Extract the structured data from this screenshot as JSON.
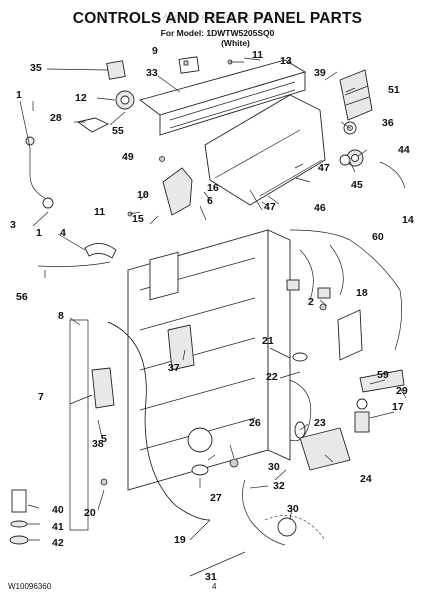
{
  "header": {
    "title": "CONTROLS AND REAR PANEL PARTS",
    "model_line": "For Model: 1DWTW5205SQ0",
    "color_line": "(White)",
    "watermark": "AppliancePartsPros.com"
  },
  "footer": {
    "doc_number": "W10096360",
    "page_number": "4"
  },
  "callouts": {
    "c1a": "1",
    "c1b": "1",
    "c2": "2",
    "c3": "3",
    "c4": "4",
    "c5": "5",
    "c6": "6",
    "c7": "7",
    "c8": "8",
    "c9": "9",
    "c10": "10",
    "c11a": "11",
    "c11b": "11",
    "c12": "12",
    "c13": "13",
    "c14": "14",
    "c15": "15",
    "c16": "16",
    "c17": "17",
    "c18": "18",
    "c19": "19",
    "c20": "20",
    "c21": "21",
    "c22": "22",
    "c23": "23",
    "c24": "24",
    "c26": "26",
    "c27": "27",
    "c28": "28",
    "c29": "29",
    "c30a": "30",
    "c30b": "30",
    "c31": "31",
    "c32": "32",
    "c33": "33",
    "c35": "35",
    "c36": "36",
    "c37": "37",
    "c38": "38",
    "c39": "39",
    "c40": "40",
    "c41": "41",
    "c42": "42",
    "c44": "44",
    "c45": "45",
    "c46": "46",
    "c47a": "47",
    "c47b": "47",
    "c49": "49",
    "c51": "51",
    "c55": "55",
    "c56": "56",
    "c59": "59",
    "c60": "60"
  }
}
